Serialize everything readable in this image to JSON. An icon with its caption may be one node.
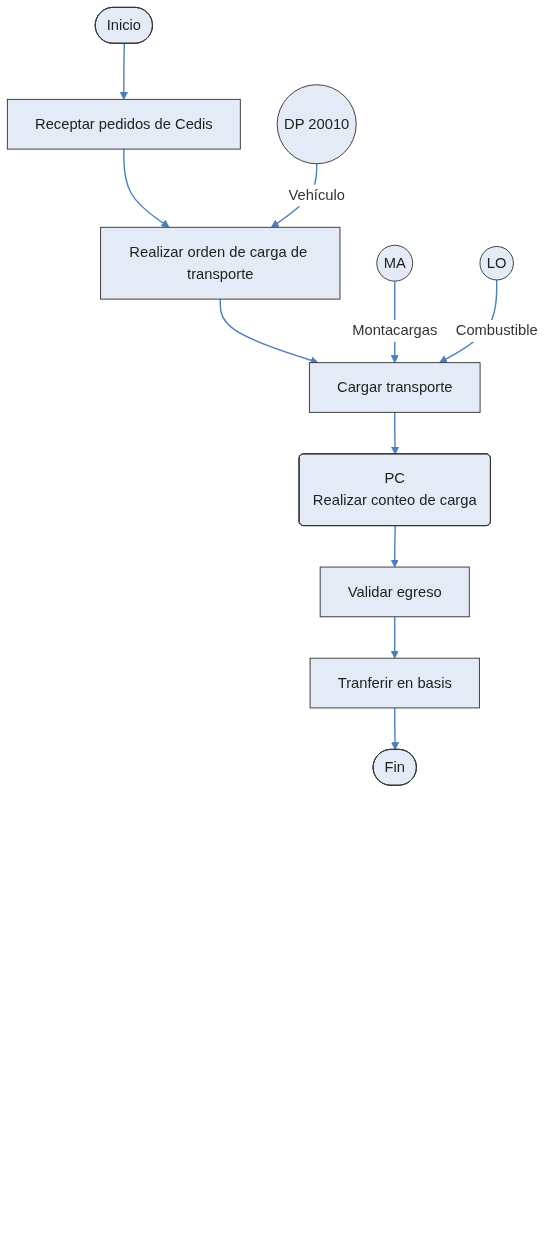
{
  "diagram": {
    "nodes": [
      {
        "text": [
          "Inicio"
        ]
      },
      {
        "text": [
          "Receptar pedidos de Cedis"
        ]
      },
      {
        "text": [
          "DP 20010"
        ]
      },
      {
        "text": [
          "Realizar orden de carga de transporte"
        ]
      },
      {
        "text": [
          "MA"
        ]
      },
      {
        "text": [
          "Cargar transporte"
        ]
      },
      {
        "text": [
          "LO"
        ]
      },
      {
        "text": [
          "PC",
          "Realizar conteo de carga"
        ]
      },
      {
        "text": [
          "Validar egreso"
        ]
      },
      {
        "text": [
          "Tranferir en basis"
        ]
      },
      {
        "text": [
          "Fin"
        ]
      }
    ],
    "edges": [
      {
        "from": 0,
        "to": 1,
        "arrow": "to"
      },
      {
        "from": 1,
        "to": 3,
        "arrow": "to"
      },
      {
        "from": 2,
        "to": 3,
        "arrow": "to",
        "label": "Vehículo"
      },
      {
        "from": 3,
        "to": 5,
        "arrow": "to"
      },
      {
        "from": 4,
        "to": 5,
        "arrow": "to",
        "label": "Montacargas"
      },
      {
        "from": 6,
        "to": 5,
        "arrow": "to",
        "label": "Combustible"
      },
      {
        "from": 5,
        "to": 7,
        "arrow": "to"
      },
      {
        "from": 7,
        "to": 8,
        "arrow": "to"
      },
      {
        "from": 8,
        "to": 9,
        "arrow": "to"
      },
      {
        "from": 9,
        "to": 10,
        "arrow": "to"
      }
    ]
  }
}
